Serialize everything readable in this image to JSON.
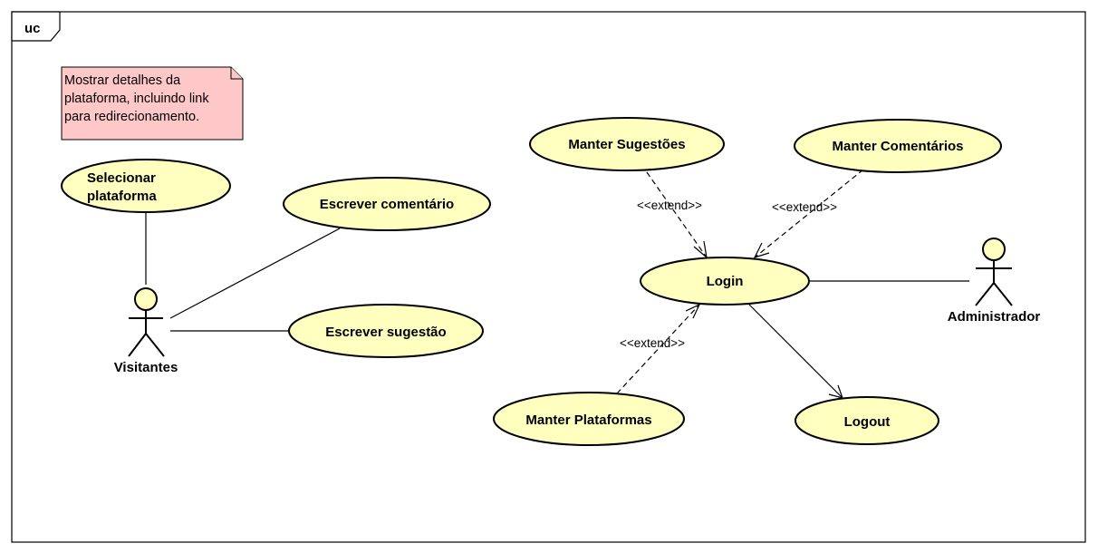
{
  "frame": {
    "label": "uc"
  },
  "note": {
    "lines": [
      "Mostrar detalhes da",
      "plataforma, incluindo link",
      "para redirecionamento."
    ],
    "fill_color": "#ffc8c8"
  },
  "actors": {
    "visitantes": {
      "label": "Visitantes"
    },
    "administrador": {
      "label": "Administrador"
    }
  },
  "use_cases": {
    "selecionar_plataforma": {
      "lines": [
        "Selecionar",
        "plataforma"
      ]
    },
    "escrever_comentario": {
      "label": "Escrever comentário"
    },
    "escrever_sugestao": {
      "label": "Escrever sugestão"
    },
    "manter_sugestoes": {
      "label": "Manter Sugestões"
    },
    "manter_comentarios": {
      "label": "Manter Comentários"
    },
    "login": {
      "label": "Login"
    },
    "manter_plataformas": {
      "label": "Manter Plataformas"
    },
    "logout": {
      "label": "Logout"
    }
  },
  "relations": {
    "extend_label": "<<extend>>"
  },
  "colors": {
    "use_case_fill": "#ffffc0",
    "stroke": "#000000",
    "background": "#ffffff"
  }
}
